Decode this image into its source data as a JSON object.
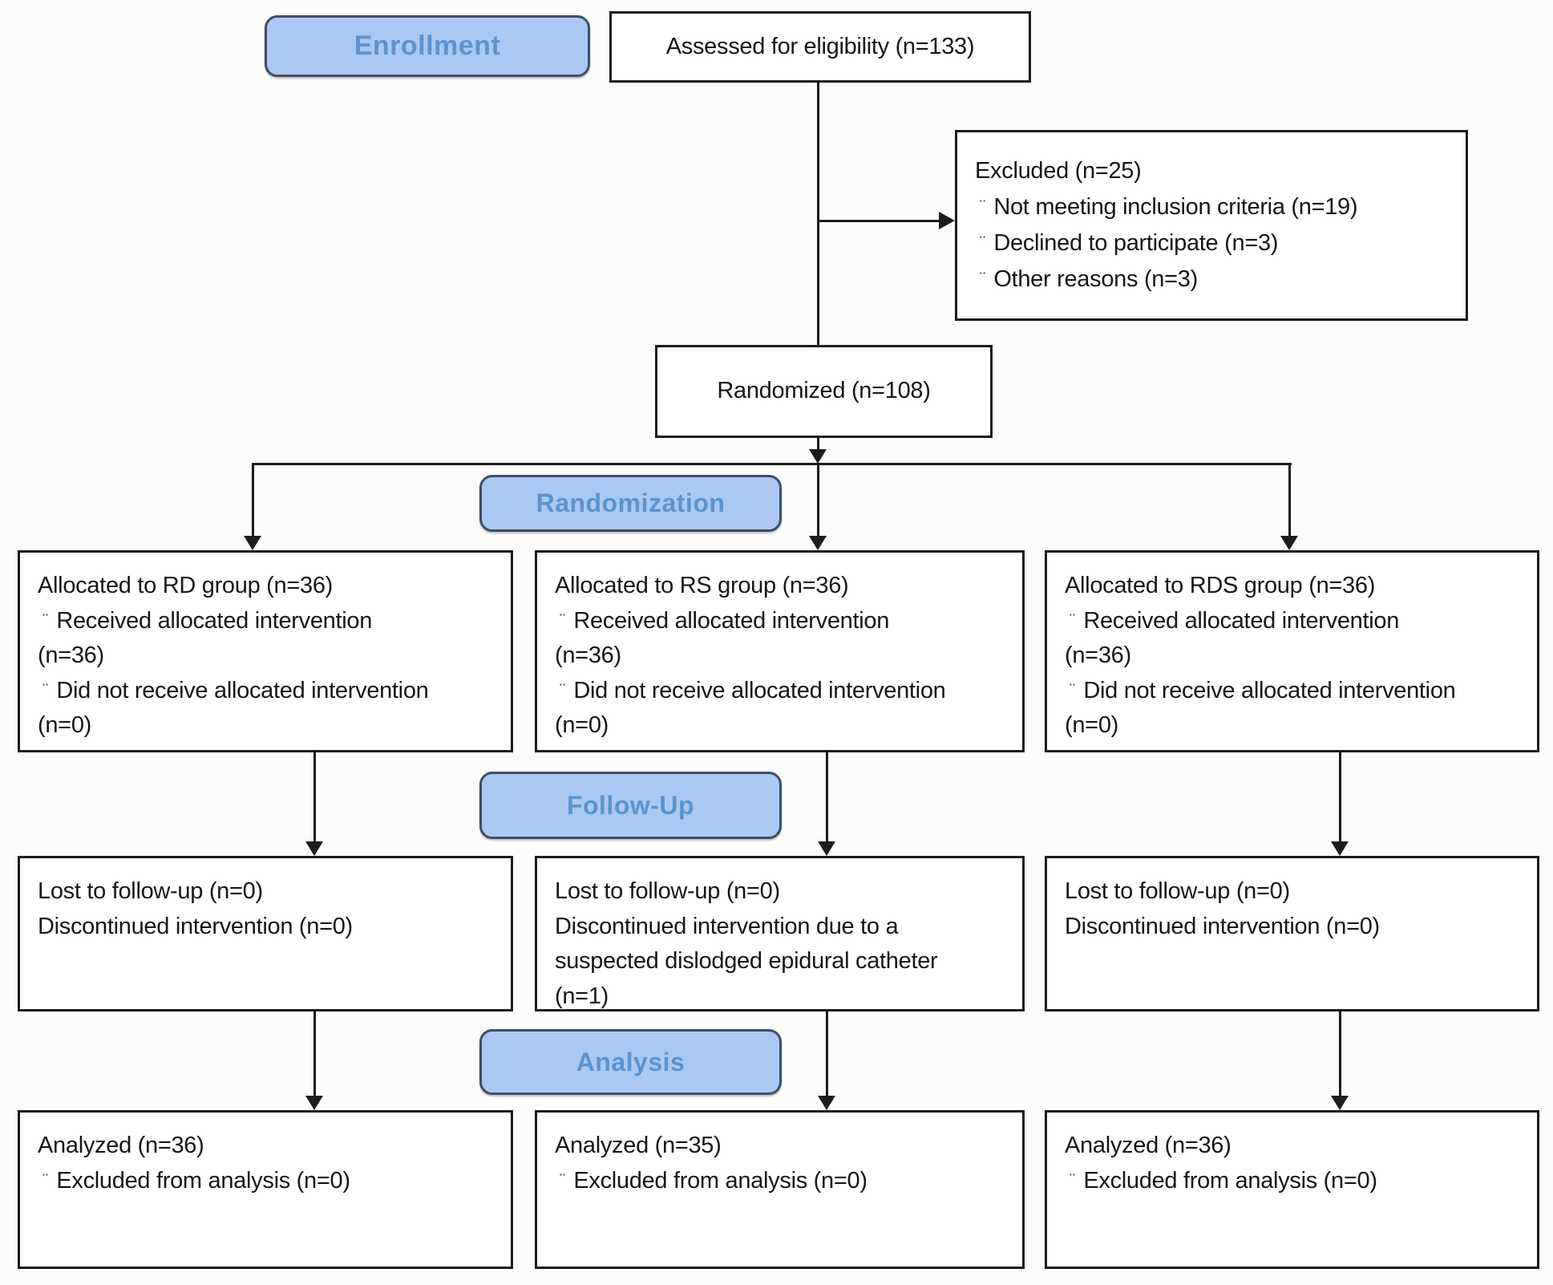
{
  "bullet_glyph": "¨",
  "colors": {
    "badge_fill": "#abc8f3",
    "badge_border": "#3f4e63",
    "badge_text": "#5b93d0",
    "box_border": "#1c1c1c",
    "line_color": "#1c1c1c"
  },
  "stage_labels": {
    "enrollment": "Enrollment",
    "randomization": "Randomization",
    "followup": "Follow-Up",
    "analysis": "Analysis"
  },
  "boxes": {
    "assessed": {
      "lines": [
        {
          "text": "Assessed for eligibility (n=133)"
        }
      ]
    },
    "excluded": {
      "lines": [
        {
          "text": "Excluded (n=25)"
        },
        {
          "text": "Not meeting inclusion criteria (n=19)",
          "bullet": true
        },
        {
          "text": "Declined to participate (n=3)",
          "bullet": true
        },
        {
          "text": "Other reasons (n=3)",
          "bullet": true
        }
      ]
    },
    "randomized": {
      "lines": [
        {
          "text": "Randomized (n=108)"
        }
      ]
    },
    "alloc_rd": {
      "lines": [
        {
          "text": "Allocated to RD group (n=36)"
        },
        {
          "text": "Received allocated intervention (n=36)",
          "bullet": true
        },
        {
          "text": "Did not receive allocated intervention (n=0)",
          "bullet": true
        }
      ]
    },
    "alloc_rs": {
      "lines": [
        {
          "text": "Allocated to RS group (n=36)"
        },
        {
          "text": "Received allocated intervention (n=36)",
          "bullet": true
        },
        {
          "text": "Did not receive allocated intervention (n=0)",
          "bullet": true
        }
      ]
    },
    "alloc_rds": {
      "lines": [
        {
          "text": "Allocated to RDS group (n=36)"
        },
        {
          "text": "Received allocated intervention (n=36)",
          "bullet": true
        },
        {
          "text": "Did not receive allocated intervention (n=0)",
          "bullet": true
        }
      ]
    },
    "fu_rd": {
      "lines": [
        {
          "text": "Lost to follow-up (n=0)"
        },
        {
          "text": "Discontinued intervention (n=0)"
        }
      ]
    },
    "fu_rs": {
      "lines": [
        {
          "text": "Lost to follow-up (n=0)"
        },
        {
          "text": "Discontinued intervention due to a suspected dislodged epidural catheter (n=1)"
        }
      ]
    },
    "fu_rds": {
      "lines": [
        {
          "text": "Lost to follow-up (n=0)"
        },
        {
          "text": "Discontinued intervention (n=0)"
        }
      ]
    },
    "an_rd": {
      "lines": [
        {
          "text": "Analyzed (n=36)"
        },
        {
          "text": "Excluded from analysis (n=0)",
          "bullet": true
        }
      ]
    },
    "an_rs": {
      "lines": [
        {
          "text": "Analyzed (n=35)"
        },
        {
          "text": "Excluded from analysis (n=0)",
          "bullet": true
        }
      ]
    },
    "an_rds": {
      "lines": [
        {
          "text": "Analyzed (n=36)"
        },
        {
          "text": "Excluded from analysis (n=0)",
          "bullet": true
        }
      ]
    }
  }
}
